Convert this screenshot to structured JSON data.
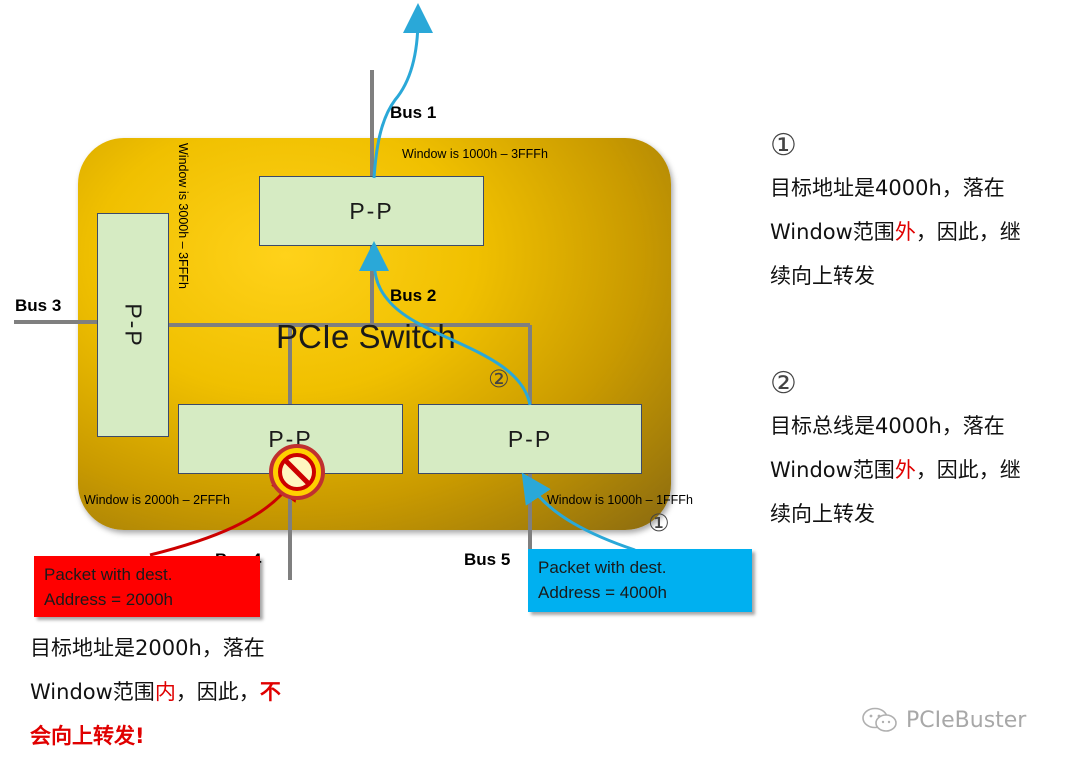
{
  "diagram": {
    "switch_label": "PCIe Switch",
    "pp_label": "P-P",
    "buses": {
      "bus1": "Bus 1",
      "bus2": "Bus 2",
      "bus3": "Bus 3",
      "bus4": "Bus 4",
      "bus5": "Bus 5"
    },
    "windows": {
      "top": "Window is 1000h – 3FFFh",
      "left": "Window is 3000h – 3FFFh",
      "bottom_left": "Window is 2000h – 2FFFh",
      "bottom_right": "Window is 1000h – 1FFFh"
    },
    "markers": {
      "one": "①",
      "two": "②"
    },
    "packets": {
      "red": {
        "line1": "Packet with dest.",
        "line2": "Address = 2000h",
        "color": "#ff0000"
      },
      "blue": {
        "line1": "Packet with dest.",
        "line2": "Address = 4000h",
        "color": "#00b0f0"
      }
    },
    "colors": {
      "switch": "#f0c000",
      "pp_box": "#d6ebc3",
      "bus_line": "#808080",
      "arrow": "#2aa8d8",
      "red_arrow": "#cc0000"
    }
  },
  "notes": {
    "note1": {
      "marker": "①",
      "line1": "目标地址是4000h，落在",
      "line2_pre": "Window范围",
      "line2_red": "外",
      "line2_post": "，因此，继",
      "line3": "续向上转发"
    },
    "note2": {
      "marker": "②",
      "line1": "目标总线是4000h，落在",
      "line2_pre": "Window范围",
      "line2_red": "外",
      "line2_post": "，因此，继",
      "line3": "续向上转发"
    },
    "bottom": {
      "line1": "目标地址是2000h，落在",
      "line2_pre": "Window范围",
      "line2_red": "内",
      "line2_mid": "，因此，",
      "line2_bold": "不",
      "line3": "会向上转发!"
    }
  },
  "watermark": "PCIeBuster"
}
